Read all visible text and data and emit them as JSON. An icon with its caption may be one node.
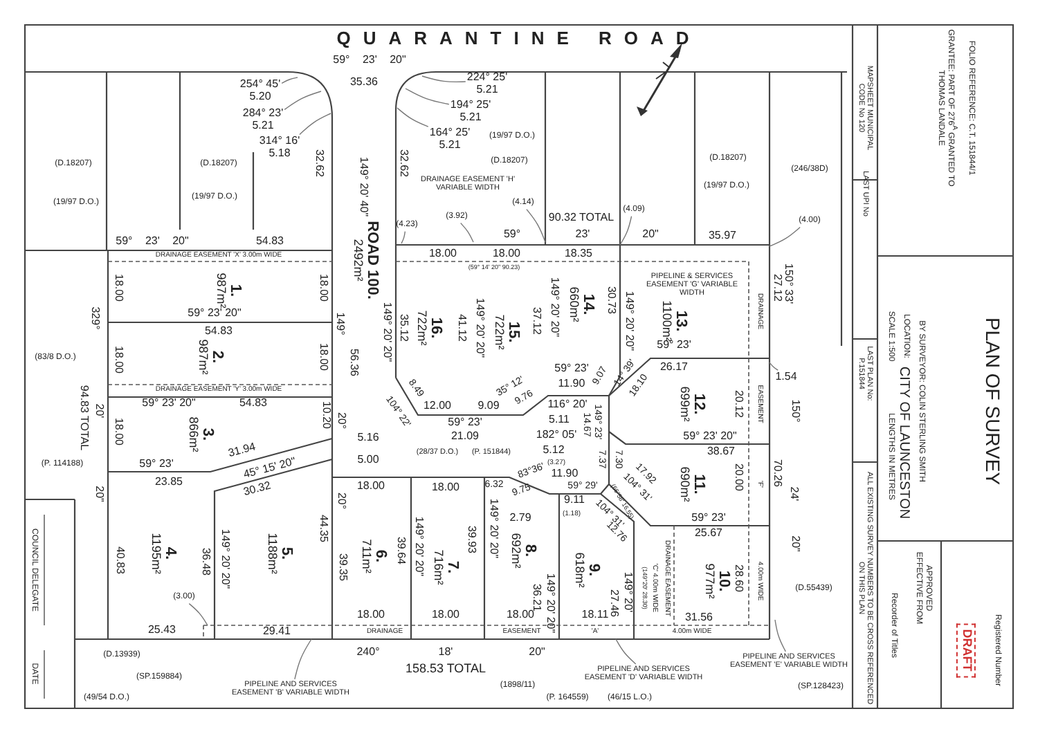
{
  "diagram": {
    "title": "PLAN OF SURVEY",
    "nodes": [
      {
        "text": [
          "254° 45'",
          "5.20"
        ]
      },
      {
        "text": [
          "284° 23'",
          "5.21"
        ]
      },
      {
        "text": [
          "314° 16'",
          "5.18"
        ]
      },
      {
        "text": [
          "224° 25'",
          "5.21"
        ]
      },
      {
        "text": [
          "194° 25'",
          "5.21"
        ]
      },
      {
        "text": [
          "164° 25'",
          "5.21"
        ]
      },
      {
        "text": [
          "ROAD 100.",
          "2492m²"
        ]
      },
      {
        "text": [
          "1.",
          "987m²"
        ]
      },
      {
        "text": [
          "2.",
          "987m²"
        ]
      },
      {
        "text": [
          "3.",
          "866m²"
        ]
      },
      {
        "text": [
          "4.",
          "1195m²"
        ]
      },
      {
        "text": [
          "5.",
          "1188m²"
        ]
      },
      {
        "text": [
          "6.",
          "711m²"
        ]
      },
      {
        "text": [
          "7.",
          "716m²"
        ]
      },
      {
        "text": [
          "8.",
          "692m²"
        ]
      },
      {
        "text": [
          "9.",
          "618m²"
        ]
      },
      {
        "text": [
          "10.",
          "977m²"
        ]
      },
      {
        "text": [
          "11.",
          "690m²"
        ]
      },
      {
        "text": [
          "12.",
          "699m²"
        ]
      },
      {
        "text": [
          "13.",
          "1100m²"
        ]
      },
      {
        "text": [
          "14.",
          "660m²"
        ]
      },
      {
        "text": [
          "15.",
          "722m²"
        ]
      },
      {
        "text": [
          "16.",
          "722m²"
        ]
      },
      {
        "text": [
          "(4.23)"
        ]
      },
      {
        "text": [
          "(3.92)"
        ]
      },
      {
        "text": [
          "(4.14)"
        ]
      },
      {
        "text": [
          "(4.09)"
        ]
      },
      {
        "text": [
          "(4.00)"
        ]
      },
      {
        "text": [
          "(3.00)"
        ]
      },
      {
        "text": [
          "1.54"
        ]
      },
      {
        "text": [
          "PIPELINE AND SERVICES EASEMENT 'B' VARIABLE WIDTH"
        ]
      },
      {
        "text": [
          "PIPELINE AND SERVICES EASEMENT 'D' VARIABLE WIDTH"
        ]
      },
      {
        "text": [
          "PIPELINE AND SERVICES EASEMENT 'E' VARIABLE WIDTH"
        ]
      }
    ],
    "edges": [
      {
        "from": 0,
        "to": null,
        "arrow": "none"
      },
      {
        "from": 1,
        "to": null,
        "arrow": "none"
      },
      {
        "from": 2,
        "to": null,
        "arrow": "none"
      },
      {
        "from": 3,
        "to": null,
        "arrow": "none"
      },
      {
        "from": 4,
        "to": null,
        "arrow": "none"
      },
      {
        "from": 5,
        "to": null,
        "arrow": "none"
      },
      {
        "from": 23,
        "to": null,
        "arrow": "none"
      },
      {
        "from": 24,
        "to": null,
        "arrow": "none"
      },
      {
        "from": 25,
        "to": null,
        "arrow": "none"
      },
      {
        "from": 26,
        "to": null,
        "arrow": "none"
      },
      {
        "from": 27,
        "to": null,
        "arrow": "none"
      },
      {
        "from": 28,
        "to": null,
        "arrow": "none"
      },
      {
        "from": 29,
        "to": null,
        "arrow": "none"
      },
      {
        "from": 30,
        "to": null,
        "arrow": "none"
      },
      {
        "from": 31,
        "to": null,
        "arrow": "none"
      },
      {
        "from": 32,
        "to": null,
        "arrow": "none"
      }
    ],
    "labels": [
      "QUARANTINE ROAD",
      "59° 23' 20\"",
      "35.36",
      "(D.18207)",
      "(19/97 D.O.)",
      "(D.18207)",
      "(19/97 D.O.)",
      "32.62",
      "32.62",
      "149° 20' 40\"",
      "(19/97 D.O.)",
      "(D.18207)",
      "DRAINAGE EASEMENT 'H' VARIABLE WIDTH",
      "90.32 TOTAL",
      "59°",
      "23'",
      "20\"",
      "(D.18207)",
      "(19/97 D.O.)",
      "(246/38D)",
      "59° 23' 20\"",
      "54.83",
      "DRAINAGE EASEMENT 'X' 3.00m WIDE",
      "35.97",
      "18.00",
      "18.00",
      "18.35",
      "(59° 14' 20\" 90.23)",
      "18.00",
      "18.00",
      "35.12",
      "149° 20' 20\"",
      "41.12",
      "149° 20' 20\"",
      "37.12",
      "149° 20' 20\"",
      "30.73",
      "149° 20' 20\"",
      "PIPELINE & SERVICES EASEMENT 'G' VARIABLE WIDTH",
      "DRAINAGE",
      "27.12",
      "150° 33'",
      "59° 23' 20\"",
      "329°",
      "149°",
      "54.83",
      "18.00",
      "18.00",
      "(83/8 D.O.)",
      "56.36",
      "59° 23'",
      "26.17",
      "DRAINAGE EASEMENT 'Y' 3.00m WIDE",
      "59° 23' 20\"",
      "54.83",
      "10.20",
      "20°",
      "94.83 TOTAL",
      "20'",
      "18.00",
      "59° 23'",
      "31.94",
      "45° 15' 20\"",
      "23.85",
      "30.32",
      "(P. 114188)",
      "20\"",
      "20°",
      "40.83",
      "36.48",
      "149° 20' 20\"",
      "44.35",
      "39.35",
      "25.43",
      "29.41",
      "COUNCIL DELEGATE",
      "DATE",
      "(D.13939)",
      "(SP.159884)",
      "(49/54 D.O.)",
      "104° 22'",
      "8.49",
      "12.00",
      "9.09",
      "35° 12'",
      "9.76",
      "59° 23'",
      "11.90",
      "9.07",
      "14° 39'",
      "18.10",
      "59° 23'",
      "21.09",
      "116° 20'",
      "5.11",
      "182° 05'",
      "5.12",
      "(3.27)",
      "149° 23'",
      "14.67",
      "5.16",
      "5.00",
      "(28/37 D.O.)",
      "(P. 151844)",
      "7.37",
      "7.30",
      "59° 23' 20\"",
      "38.67",
      "20.12",
      "EASEMENT",
      "20.00",
      "'F'",
      "18.00",
      "18.00",
      "6.32",
      "9.75",
      "83°36'",
      "11.90",
      "59° 29'",
      "2.79",
      "9.11",
      "(1.18)",
      "104° 31'",
      "12.76",
      "17.92",
      "104° 31'",
      "(66°58' 16.55)",
      "59° 23'",
      "25.67",
      "39.64",
      "149° 20' 20\"",
      "39.93",
      "149° 20' 20\"",
      "36.21",
      "149° 20' 20\"",
      "27.46",
      "149° 20'",
      "(149°20' 28.30)",
      "'C' 4.00m WIDE",
      "DRAINAGE EASEMENT",
      "28.60",
      "4.00m WIDE",
      "18.00",
      "18.00",
      "18.00",
      "18.11",
      "31.56",
      "DRAINAGE",
      "EASEMENT",
      "'A'",
      "4.00m WIDE",
      "240°",
      "18'",
      "20\"",
      "158.53 TOTAL",
      "(1898/11)",
      "(P. 164559)",
      "(46/15 L.O.)",
      "150°",
      "70.26",
      "24'",
      "20\"",
      "(D.55439)",
      "(SP.128423)",
      "MAPSHEET MUNICIPAL CODE No 120",
      "LAST UPI No",
      "LAST PLAN No: P.151844",
      "ALL EXISTING SURVEY NUMBERS TO BE CROSS REFERENCED ON THIS PLAN",
      "GRANTEE: PART OF 276$^{A}$ GRANTED TO THOMAS LANDALE",
      "FOLIO REFERENCE: C.T. 151844/1",
      "BY SURVEYOR: COLIN STERLING SMITH",
      "LOCATION:",
      "CITY OF LAUNCESTON",
      "SCALE 1:500",
      "LENGTHS IN METRES",
      "APPROVED EFFECTIVE FROM",
      "Recorder of Titles",
      "Registered Number",
      "DRAFT"
    ]
  }
}
